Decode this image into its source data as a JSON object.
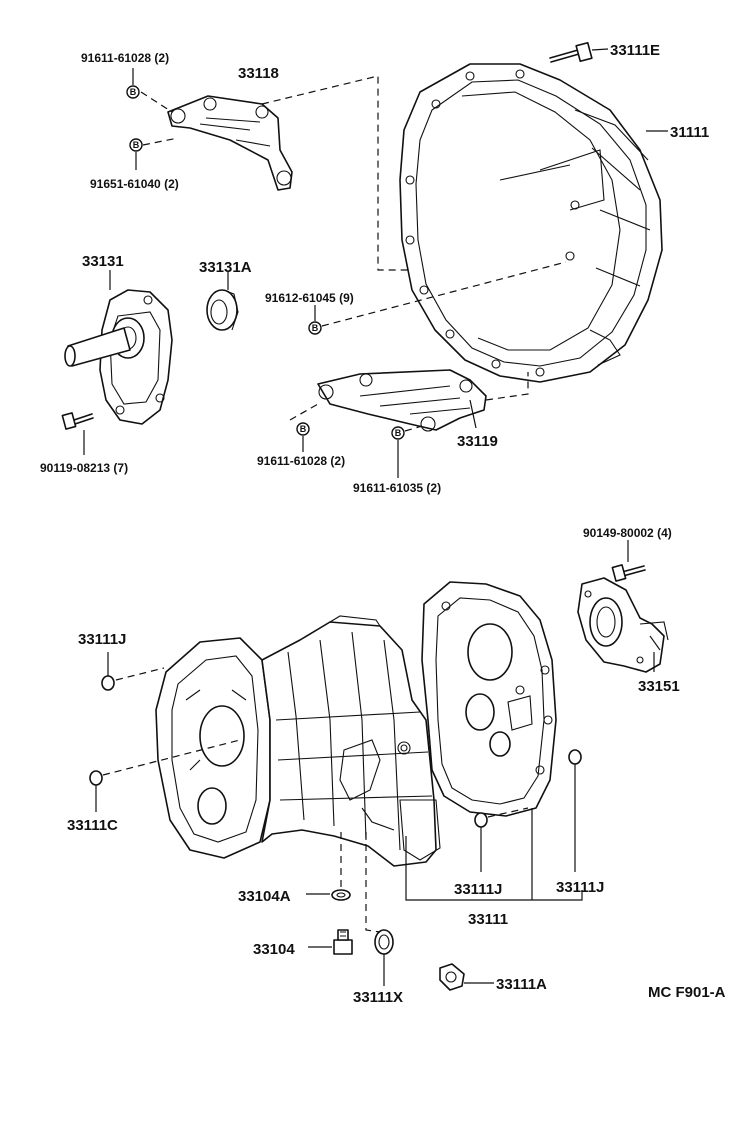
{
  "labels": {
    "p91611_61028_top": "91611-61028 (2)",
    "p33118": "33118",
    "p91651_61040": "91651-61040 (2)",
    "p33111E": "33111E",
    "p31111": "31111",
    "p33131": "33131",
    "p33131A": "33131A",
    "p91612_61045": "91612-61045 (9)",
    "p90119_08213": "90119-08213 (7)",
    "p91611_61028_mid": "91611-61028 (2)",
    "p33119": "33119",
    "p91611_61035": "91611-61035 (2)",
    "p90149_80002": "90149-80002 (4)",
    "p33111J_left": "33111J",
    "p33151": "33151",
    "p33111C": "33111C",
    "p33104A": "33104A",
    "p33111J_mid": "33111J",
    "p33111J_right": "33111J",
    "p33111": "33111",
    "p33104": "33104",
    "p33111X": "33111X",
    "p33111A": "33111A",
    "code": "MC  F901-A"
  },
  "bolt_marker": "B"
}
